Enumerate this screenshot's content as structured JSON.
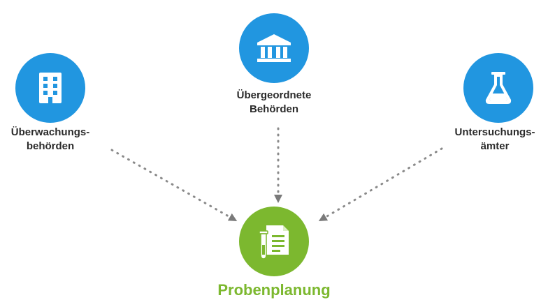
{
  "nodes": {
    "ueberwachung": {
      "lines": [
        "Überwachungs-",
        "behörden"
      ],
      "icon": "office-building-icon",
      "color": "#2196e0"
    },
    "uebergeordnet": {
      "lines": [
        "Übergeordnete",
        "Behörden"
      ],
      "icon": "government-building-icon",
      "color": "#2196e0"
    },
    "untersuchung": {
      "lines": [
        "Untersuchungs-",
        "ämter"
      ],
      "icon": "flask-icon",
      "color": "#2196e0"
    },
    "proben": {
      "title": "Probenplanung",
      "icon": "document-sample-icon",
      "color": "#7cb82f"
    }
  },
  "edges": [
    {
      "from": "ueberwachung",
      "to": "proben"
    },
    {
      "from": "uebergeordnet",
      "to": "proben"
    },
    {
      "from": "untersuchung",
      "to": "proben"
    }
  ],
  "colors": {
    "connector": "#8a8a8a"
  }
}
